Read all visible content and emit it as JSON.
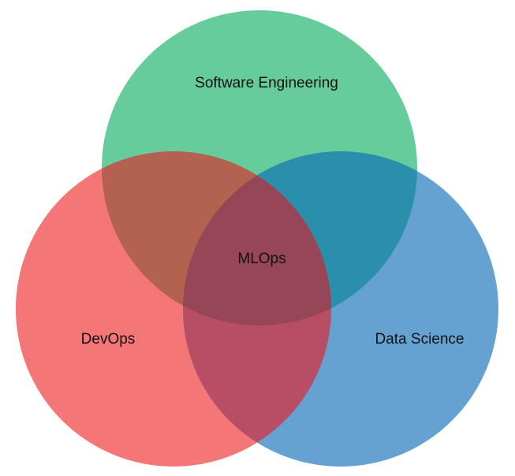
{
  "diagram": {
    "type": "venn",
    "sets": [
      {
        "id": "software-engineering",
        "label": "Software Engineering",
        "color": "#66cc9b"
      },
      {
        "id": "devops",
        "label": "DevOps",
        "color": "#f47676"
      },
      {
        "id": "data-science",
        "label": "Data Science",
        "color": "#65a2d2"
      }
    ],
    "overlaps": {
      "software-engineering_devops": "#b2624f",
      "software-engineering_data-science": "#298faa",
      "devops_data-science": "#b84e66",
      "center": {
        "label": "MLOps",
        "color": "#974657"
      }
    }
  }
}
